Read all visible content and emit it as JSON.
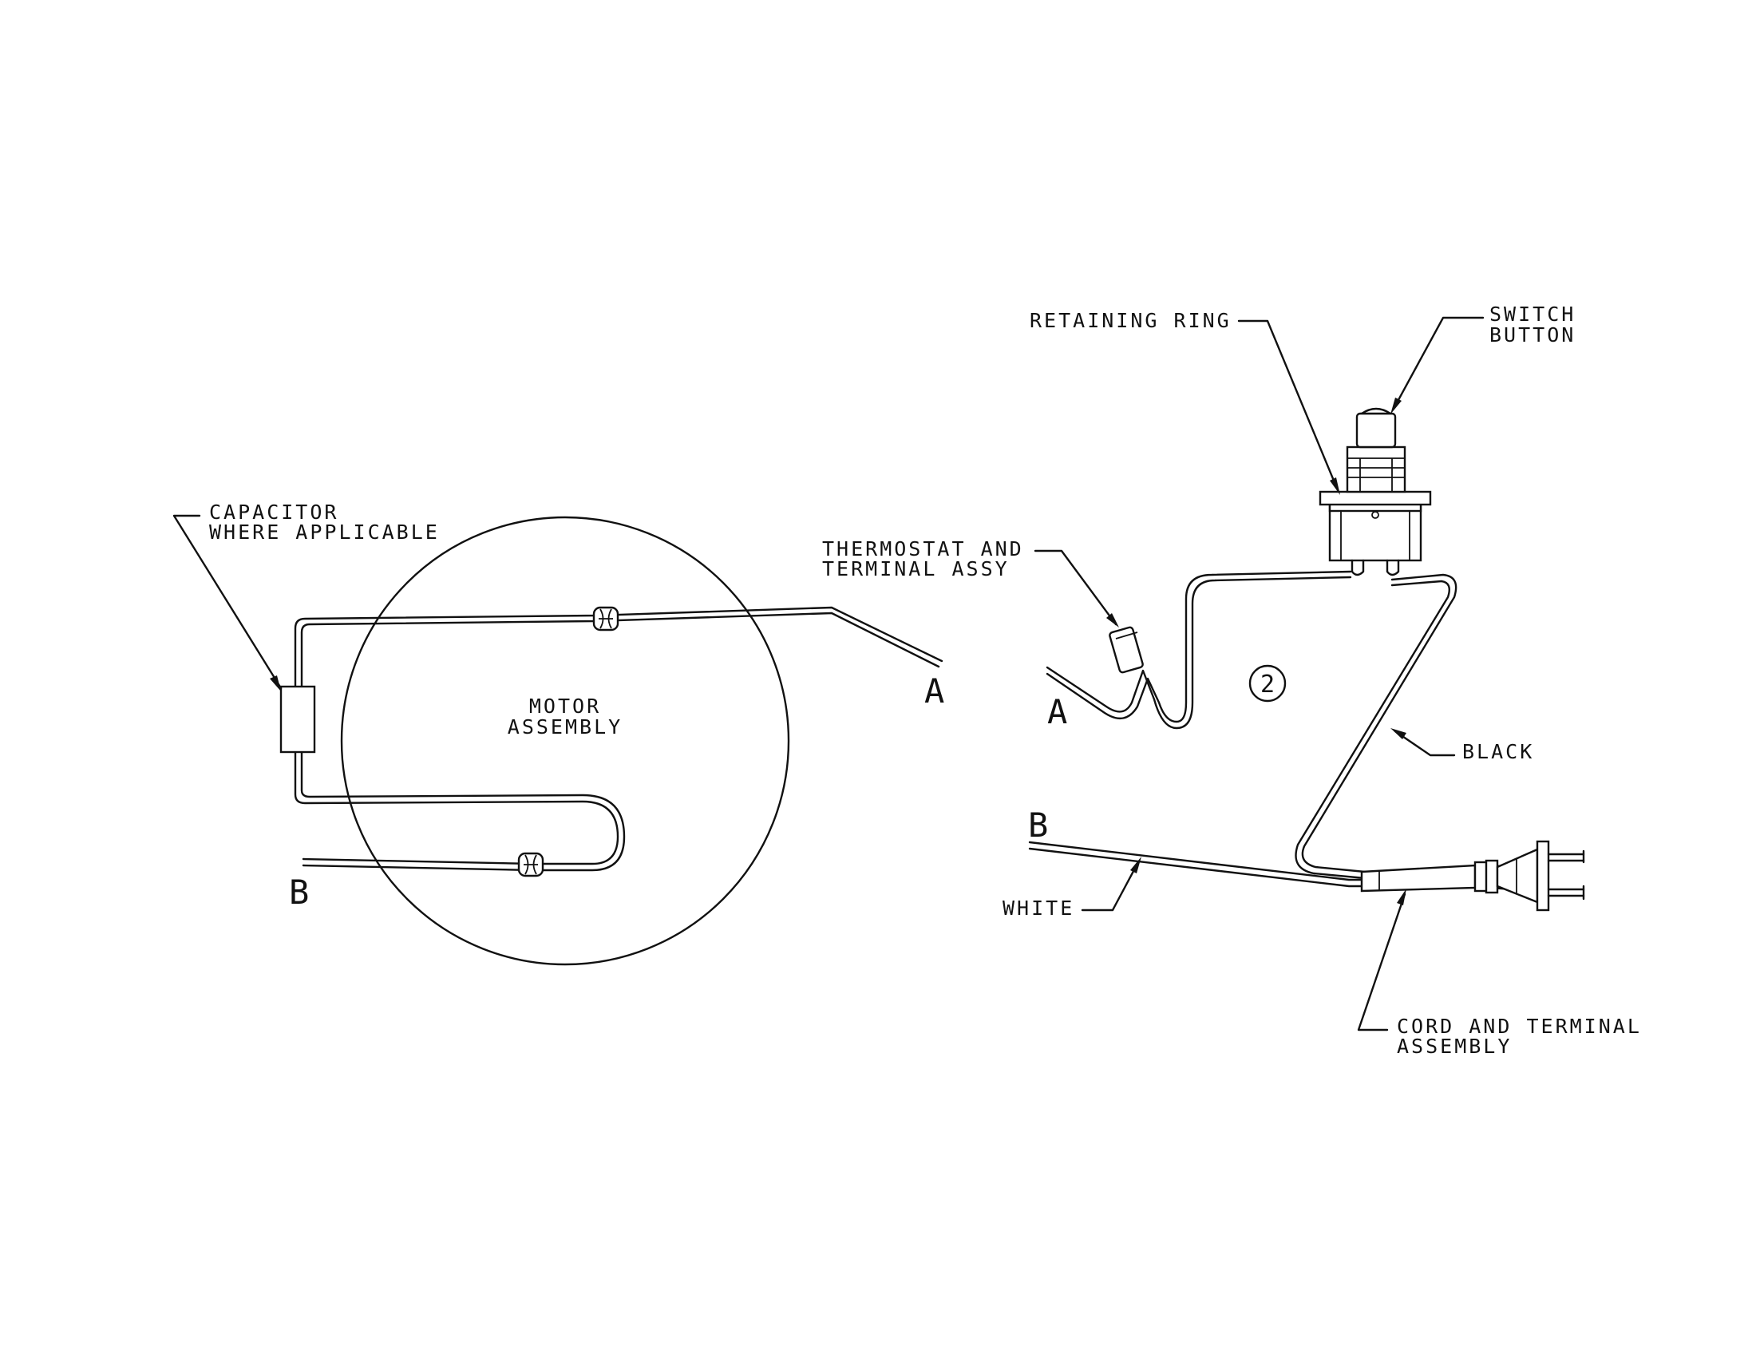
{
  "labels": {
    "capacitor_line1": "CAPACITOR",
    "capacitor_line2": "WHERE APPLICABLE",
    "motor_line1": "MOTOR",
    "motor_line2": "ASSEMBLY",
    "left_a": "A",
    "left_b": "B",
    "thermostat_line1": "THERMOSTAT AND",
    "thermostat_line2": "TERMINAL ASSY",
    "retaining_ring": "RETAINING RING",
    "switch_line1": "SWITCH",
    "switch_line2": "BUTTON",
    "right_a": "A",
    "right_b": "B",
    "callout_number": "2",
    "black": "BLACK",
    "white": "WHITE",
    "cord_line1": "CORD AND TERMINAL",
    "cord_line2": "ASSEMBLY"
  }
}
